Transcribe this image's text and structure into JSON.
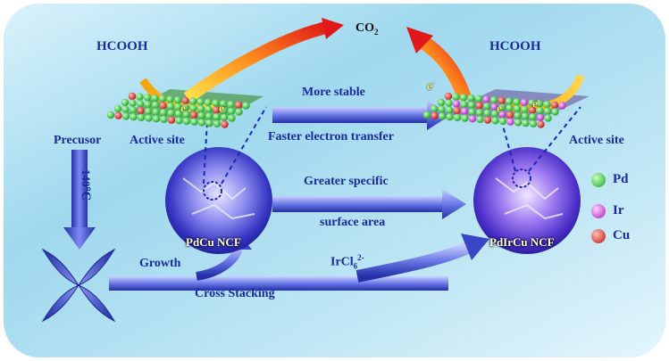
{
  "labels": {
    "hcooh_left": "HCOOH",
    "hcooh_right": "HCOOH",
    "co2": "CO",
    "co2_sub": "2",
    "precursor": "Precusor",
    "temp": "140℃",
    "active_site_left": "Active site",
    "active_site_right": "Active site",
    "more_stable": "More stable",
    "faster_transfer": "Faster electron transfer",
    "greater_specific": "Greater specific",
    "surface_area": "surface area",
    "pdcu_ncf": "PdCu NCF",
    "pdircu_ncf": "PdIrCu NCF",
    "growth": "Growth",
    "ircl": "IrCl",
    "ircl_sub": "6",
    "ircl_sup": "2-",
    "cross_stacking": "Cross Stacking",
    "electron": "e",
    "electron_sup": "-"
  },
  "legend": [
    {
      "symbol": "Pd",
      "color": "#22c02a"
    },
    {
      "symbol": "Ir",
      "color": "#c42ad2"
    },
    {
      "symbol": "Cu",
      "color": "#d42020"
    }
  ],
  "colors": {
    "accent_blue": "#1a2a9c",
    "arrow_blue": "#3a46c8",
    "sphere_core": "#e8e6ff",
    "sphere_edge": "#2a2ab8"
  }
}
